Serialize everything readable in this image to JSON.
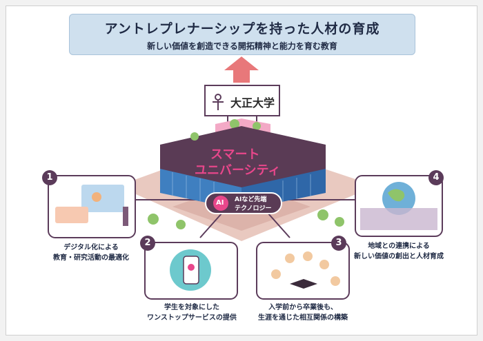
{
  "header": {
    "title": "アントレプレナーシップを持った人材の育成",
    "subtitle": "新しい価値を創造できる開拓精神と能力を育む教育"
  },
  "university": {
    "logo_text": "大正大学",
    "building_line1": "スマート",
    "building_line2": "ユニバーシティ"
  },
  "tech_badge": {
    "ai_label": "AI",
    "line1": "AIなど先端",
    "line2": "テクノロジー"
  },
  "items": [
    {
      "number": "1",
      "line1": "デジタル化による",
      "line2": "教育・研究活動の最適化"
    },
    {
      "number": "2",
      "line1": "学生を対象にした",
      "line2": "ワンストップサービスの提供"
    },
    {
      "number": "3",
      "line1": "入学前から卒業後も、",
      "line2": "生涯を通じた相互関係の構築"
    },
    {
      "number": "4",
      "line1": "地域との連携による",
      "line2": "新しい価値の創出と人材育成"
    }
  ],
  "colors": {
    "accent": "#5b3b5a",
    "banner": "#cfe0ee",
    "arrow": "#e8787a",
    "building_roof": "#5a3b55",
    "building_glass": "#3f7fc0",
    "text_pink": "#e8478b"
  }
}
